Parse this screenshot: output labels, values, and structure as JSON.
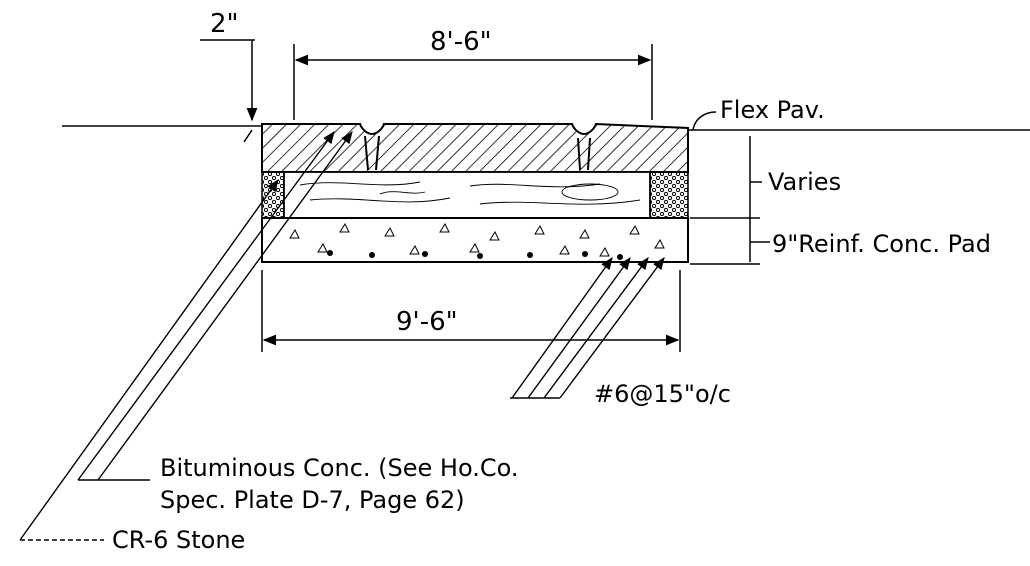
{
  "dimensions": {
    "top_offset": "2\"",
    "top_width": "8'-6\"",
    "bottom_width": "9'-6\""
  },
  "labels": {
    "flex_pav": "Flex Pav.",
    "varies": "Varies",
    "pad": "9\"Reinf. Conc. Pad",
    "rebar": "#6@15\"o/c",
    "bituminous_line1": "Bituminous Conc. (See Ho.Co.",
    "bituminous_line2": "Spec. Plate D-7, Page 62)",
    "stone": "CR-6 Stone"
  },
  "colors": {
    "ink": "#000000",
    "paper": "#ffffff"
  }
}
